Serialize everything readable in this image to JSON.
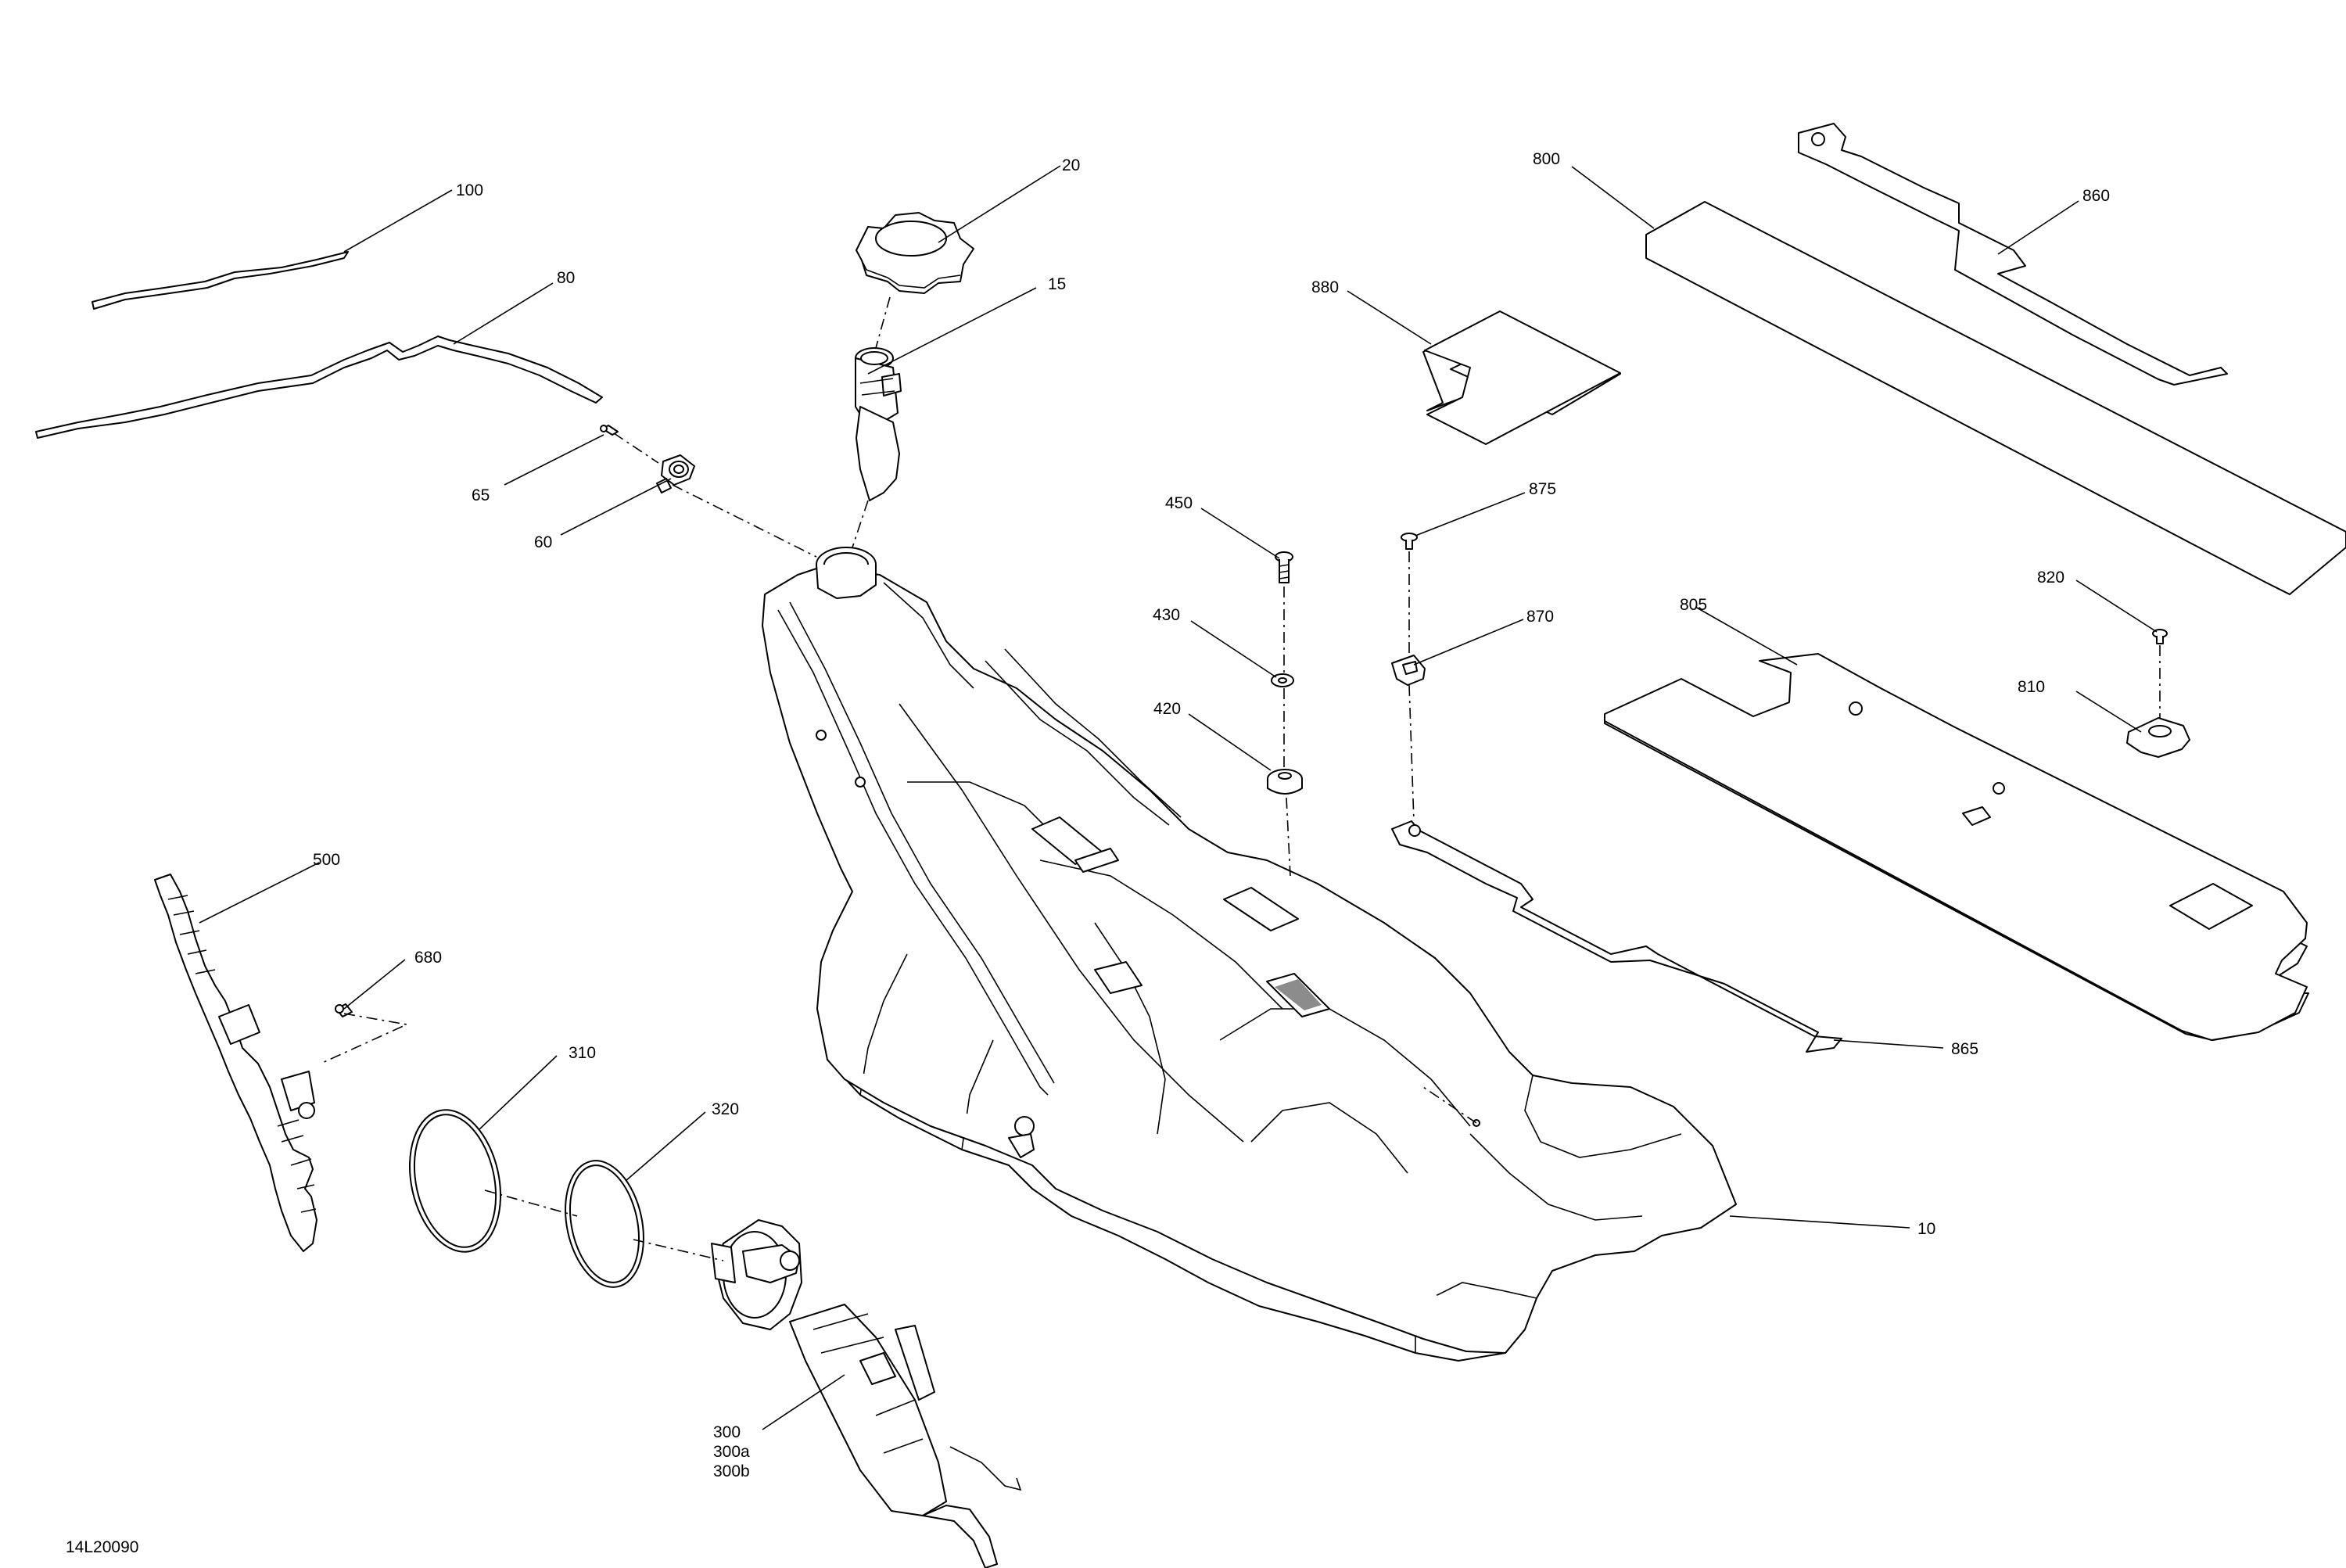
{
  "diagram": {
    "reference_code": "14L20090",
    "callouts": [
      {
        "id": "c100",
        "label": "100"
      },
      {
        "id": "c80",
        "label": "80"
      },
      {
        "id": "c65",
        "label": "65"
      },
      {
        "id": "c60",
        "label": "60"
      },
      {
        "id": "c20",
        "label": "20"
      },
      {
        "id": "c15",
        "label": "15"
      },
      {
        "id": "c800",
        "label": "800"
      },
      {
        "id": "c860",
        "label": "860"
      },
      {
        "id": "c880",
        "label": "880"
      },
      {
        "id": "c450",
        "label": "450"
      },
      {
        "id": "c430",
        "label": "430"
      },
      {
        "id": "c420",
        "label": "420"
      },
      {
        "id": "c875",
        "label": "875"
      },
      {
        "id": "c870",
        "label": "870"
      },
      {
        "id": "c805",
        "label": "805"
      },
      {
        "id": "c820",
        "label": "820"
      },
      {
        "id": "c810",
        "label": "810"
      },
      {
        "id": "c865",
        "label": "865"
      },
      {
        "id": "c500",
        "label": "500"
      },
      {
        "id": "c680",
        "label": "680"
      },
      {
        "id": "c310",
        "label": "310"
      },
      {
        "id": "c320",
        "label": "320"
      },
      {
        "id": "c10",
        "label": "10"
      },
      {
        "id": "c300",
        "label": "300"
      },
      {
        "id": "c300a",
        "label": "300a"
      },
      {
        "id": "c300b",
        "label": "300b"
      }
    ]
  }
}
